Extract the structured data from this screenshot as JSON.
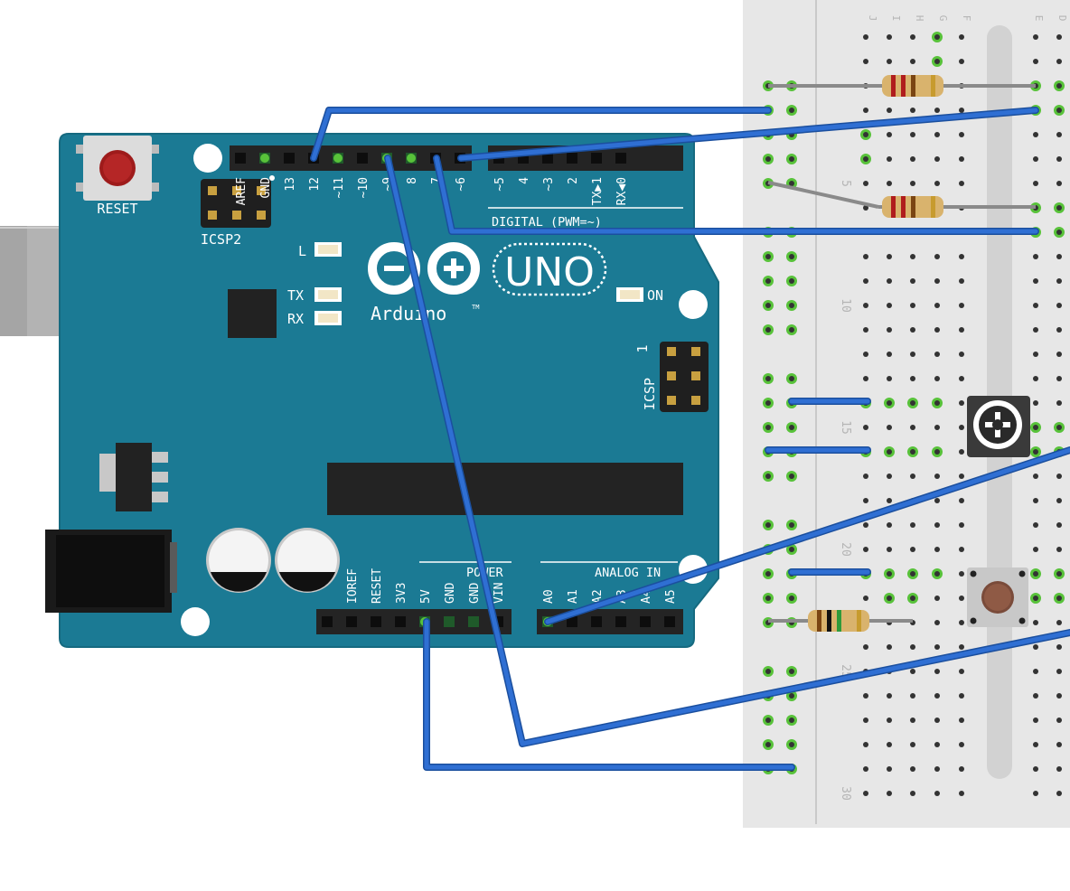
{
  "board": {
    "reset_label": "RESET",
    "icsp2_label": "ICSP2",
    "icsp_label": "ICSP",
    "icsp_pin1": "1",
    "digital_label": "DIGITAL (PWM=~)",
    "power_label": "POWER",
    "analog_label": "ANALOG IN",
    "led_l": "L",
    "led_tx": "TX",
    "led_rx": "RX",
    "led_on": "ON",
    "uno_text": "UNO",
    "brand_text": "Arduino",
    "tm": "TM",
    "digital_pins": [
      "AREF",
      "GND",
      "13",
      "12",
      "~11",
      "~10",
      "~9",
      "8",
      "7",
      "~6",
      "~5",
      "4",
      "~3",
      "2",
      "TX▶1",
      "RX◀0"
    ],
    "power_pins": [
      "IOREF",
      "RESET",
      "3V3",
      "5V",
      "GND",
      "GND",
      "VIN"
    ],
    "analog_pins": [
      "A0",
      "A1",
      "A2",
      "A3",
      "A4",
      "A5"
    ]
  },
  "breadboard": {
    "column_letters": [
      "J",
      "I",
      "H",
      "G",
      "F",
      "E",
      "D"
    ],
    "row_numbers": [
      "5",
      "10",
      "15",
      "20",
      "25",
      "30"
    ]
  },
  "colors": {
    "board": "#1b7a94",
    "board_edge": "#156478",
    "wire": "#2f6fd3",
    "wire_dark": "#1b4f9e",
    "breadboard": "#e6e6e6",
    "hole_active": "#58c23a"
  }
}
